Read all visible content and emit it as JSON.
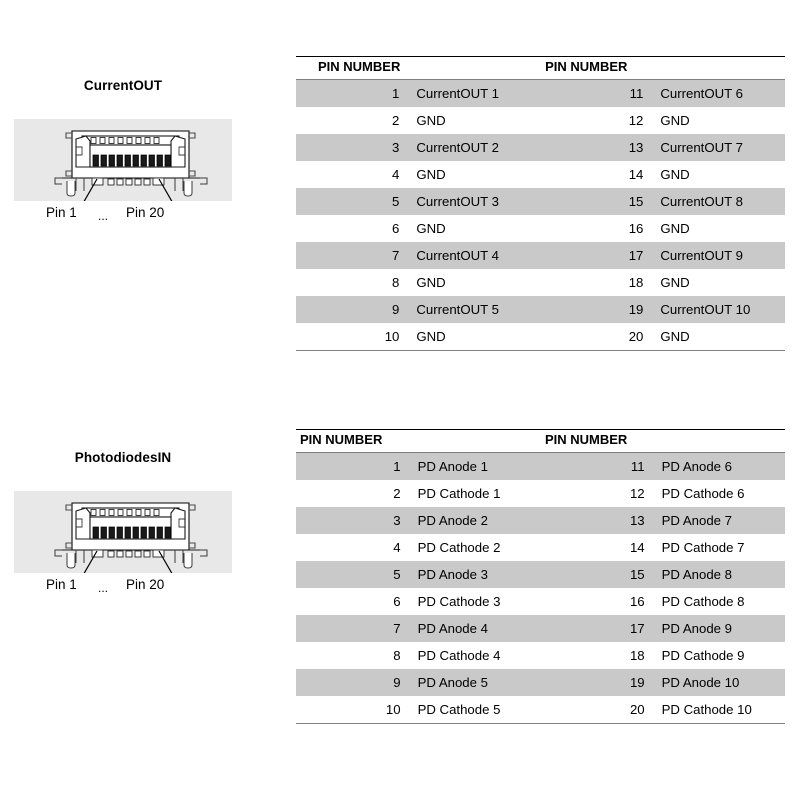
{
  "connectors": [
    {
      "caption": "CurrentOUT",
      "icon": "fpc-connector-drawing",
      "pin_first_label": "Pin 1",
      "pin_ellipsis": "...",
      "pin_last_label": "Pin 20"
    },
    {
      "caption": "PhotodiodesIN",
      "icon": "fpc-connector-drawing",
      "pin_first_label": "Pin 1",
      "pin_ellipsis": "...",
      "pin_last_label": "Pin 20"
    }
  ],
  "tables": [
    {
      "name": "currentout-pinout",
      "headers": [
        "PIN NUMBER",
        "PIN NUMBER"
      ],
      "columns": [
        "pin",
        "signal",
        "pin",
        "signal"
      ],
      "rows": [
        [
          "1",
          "CurrentOUT 1",
          "11",
          "CurrentOUT 6"
        ],
        [
          "2",
          "GND",
          "12",
          "GND"
        ],
        [
          "3",
          "CurrentOUT 2",
          "13",
          "CurrentOUT 7"
        ],
        [
          "4",
          "GND",
          "14",
          "GND"
        ],
        [
          "5",
          "CurrentOUT 3",
          "15",
          "CurrentOUT 8"
        ],
        [
          "6",
          "GND",
          "16",
          "GND"
        ],
        [
          "7",
          "CurrentOUT 4",
          "17",
          "CurrentOUT 9"
        ],
        [
          "8",
          "GND",
          "18",
          "GND"
        ],
        [
          "9",
          "CurrentOUT 5",
          "19",
          "CurrentOUT 10"
        ],
        [
          "10",
          "GND",
          "20",
          "GND"
        ]
      ]
    },
    {
      "name": "photodiodesin-pinout",
      "headers": [
        "PIN NUMBER",
        "PIN NUMBER"
      ],
      "columns": [
        "pin",
        "signal",
        "pin",
        "signal"
      ],
      "rows": [
        [
          "1",
          "PD Anode 1",
          "11",
          "PD Anode 6"
        ],
        [
          "2",
          "PD Cathode 1",
          "12",
          "PD Cathode 6"
        ],
        [
          "3",
          "PD Anode 2",
          "13",
          "PD Anode 7"
        ],
        [
          "4",
          "PD Cathode 2",
          "14",
          "PD Cathode 7"
        ],
        [
          "5",
          "PD Anode 3",
          "15",
          "PD Anode 8"
        ],
        [
          "6",
          "PD Cathode 3",
          "16",
          "PD Cathode 8"
        ],
        [
          "7",
          "PD Anode 4",
          "17",
          "PD Anode 9"
        ],
        [
          "8",
          "PD Cathode 4",
          "18",
          "PD Cathode 9"
        ],
        [
          "9",
          "PD Anode 5",
          "19",
          "PD Anode 10"
        ],
        [
          "10",
          "PD Cathode 5",
          "20",
          "PD Cathode 10"
        ]
      ]
    }
  ],
  "colors": {
    "row_shaded": "#c9c9c9",
    "row_plain": "#ffffff",
    "figure_plate": "#e8e8e8",
    "rule": "#000000",
    "text": "#000000"
  }
}
